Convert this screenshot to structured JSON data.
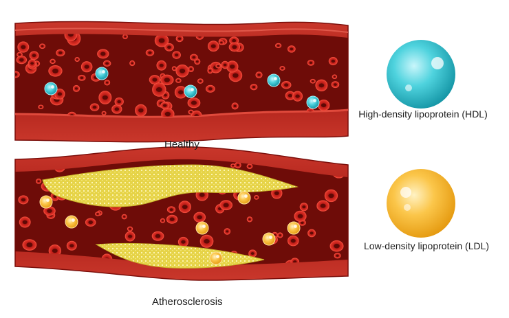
{
  "captions": {
    "healthy": "Healthy",
    "atherosclerosis": "Atherosclerosis"
  },
  "legend": {
    "hdl": {
      "label": "High-density lipoprotein (HDL)",
      "color": "#34c6d3"
    },
    "ldl": {
      "label": "Low-density lipoprotein (LDL)",
      "color": "#f7b733"
    }
  },
  "colors": {
    "vessel_wall": "#b0211a",
    "vessel_lumen": "#6e0c08",
    "red_cell": "#d8261c",
    "plaque": "#e9d64a"
  }
}
